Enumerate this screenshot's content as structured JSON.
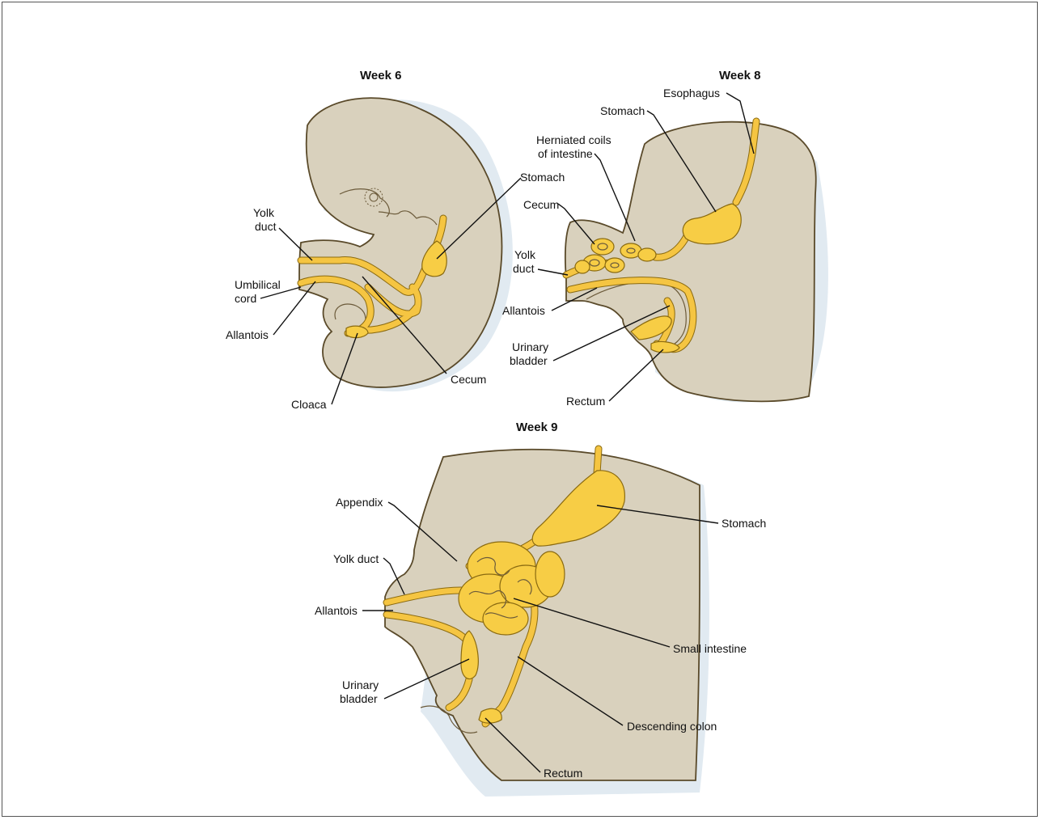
{
  "panels": [
    {
      "title": "Week 6",
      "labels": [
        "Yolk duct",
        "Umbilical cord",
        "Allantois",
        "Cloaca",
        "Cecum",
        "Stomach"
      ]
    },
    {
      "title": "Week 8",
      "labels": [
        "Esophagus",
        "Stomach",
        "Herniated coils of intestine",
        "Cecum",
        "Yolk duct",
        "Allantois",
        "Urinary bladder",
        "Rectum"
      ]
    },
    {
      "title": "Week 9",
      "labels": [
        "Appendix",
        "Yolk duct",
        "Allantois",
        "Urinary bladder",
        "Stomach",
        "Small intestine",
        "Descending colon",
        "Rectum"
      ]
    }
  ],
  "text": {
    "w6_title": "Week 6",
    "w6_yolk_1": "Yolk",
    "w6_yolk_2": "duct",
    "w6_umb_1": "Umbilical",
    "w6_umb_2": "cord",
    "w6_allantois": "Allantois",
    "w6_cloaca": "Cloaca",
    "w6_cecum": "Cecum",
    "w6_stomach": "Stomach",
    "w8_title": "Week 8",
    "w8_esophagus": "Esophagus",
    "w8_stomach": "Stomach",
    "w8_herniated_1": "Herniated coils",
    "w8_herniated_2": "of intestine",
    "w8_cecum": "Cecum",
    "w8_yolk_1": "Yolk",
    "w8_yolk_2": "duct",
    "w8_allantois": "Allantois",
    "w8_bladder_1": "Urinary",
    "w8_bladder_2": "bladder",
    "w8_rectum": "Rectum",
    "w9_title": "Week 9",
    "w9_appendix": "Appendix",
    "w9_yolk": "Yolk duct",
    "w9_allantois": "Allantois",
    "w9_bladder_1": "Urinary",
    "w9_bladder_2": "bladder",
    "w9_stomach": "Stomach",
    "w9_small_intestine": "Small intestine",
    "w9_descending_colon": "Descending colon",
    "w9_rectum": "Rectum"
  },
  "colors": {
    "body": "#d9d1bd",
    "gut": "#f5c542",
    "outline": "#5a4a2a"
  }
}
